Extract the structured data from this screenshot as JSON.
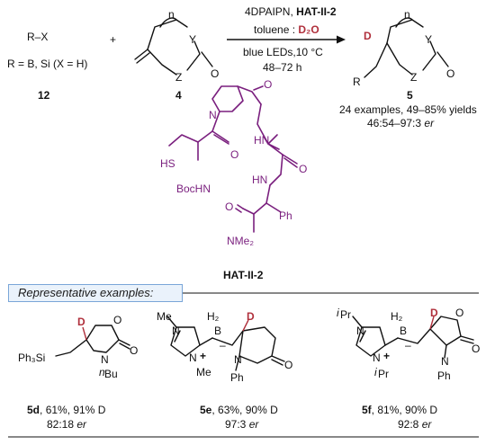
{
  "reaction": {
    "reagent_12_formula": "R–X",
    "reagent_12_def": "R = B, Si (X = H)",
    "reagent_12_num": "12",
    "plus": "+",
    "substrate_4_num": "4",
    "product_5_num": "5",
    "cond_line1_a": "4DPAIPN, ",
    "cond_line1_b": "HAT-II-2",
    "cond_line2_a": "toluene : ",
    "cond_line2_b": "D₂O",
    "cond_line3": "blue LEDs,10 °C",
    "cond_line4": "48–72 h",
    "scope_line1": "24 examples, 49–85% yields",
    "scope_line2_a": "46:54–97:3 ",
    "scope_line2_b": "er"
  },
  "catalyst": {
    "name": "HAT-II-2",
    "labels": {
      "hs": "HS",
      "bochn": "BocHN",
      "n": "N",
      "o": "O",
      "hn": "HN",
      "ph": "Ph",
      "nme2": "NMe₂"
    }
  },
  "examples": {
    "header": "Representative examples:",
    "items": [
      {
        "id": "5d",
        "yield": "61%, 91% D",
        "er_value": "82:18",
        "er_unit": "er"
      },
      {
        "id": "5e",
        "yield": "63%, 90% D",
        "er_value": "97:3",
        "er_unit": "er"
      },
      {
        "id": "5f",
        "yield": "81%, 90% D",
        "er_value": "92:8",
        "er_unit": "er"
      }
    ]
  },
  "atoms": {
    "y": "Y",
    "z": "Z",
    "o": "O",
    "d": "D",
    "r": "R",
    "n_index": "n",
    "ph3si": "Ph₃Si",
    "n": "N",
    "nbu": "Bu",
    "n_prefix": "n",
    "me": "Me",
    "h2": "H₂",
    "b": "B",
    "minus": "–",
    "plus": "+",
    "ph": "Ph",
    "ipr": "Pr",
    "i_prefix": "i"
  },
  "colors": {
    "catalyst": "#7a1f7e",
    "deuterium": "#b0303c",
    "example_box_fill": "#eaf2fb",
    "example_box_border": "#7aa6d8"
  }
}
